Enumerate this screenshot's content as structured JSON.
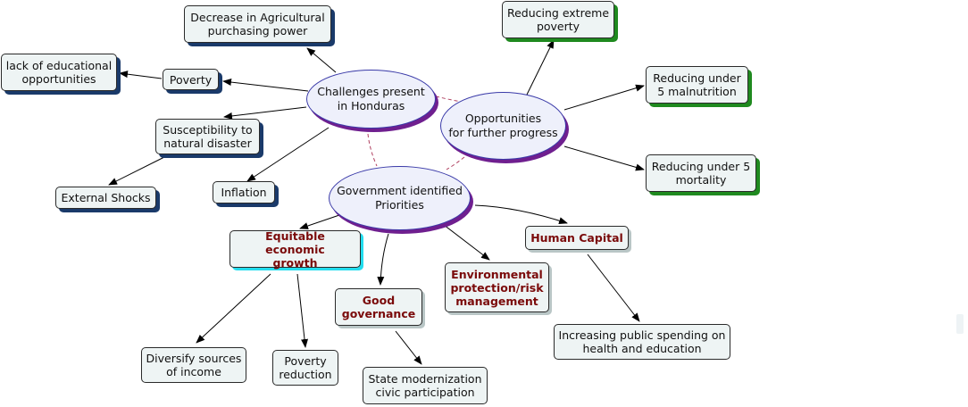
{
  "center_nodes": {
    "challenges": "Challenges present\nin Honduras",
    "opportunities": "Opportunities\nfor further progress",
    "priorities": "Government identified\nPriorities"
  },
  "challenge_nodes": {
    "agri": "Decrease in Agricultural\npurchasing power",
    "poverty": "Poverty",
    "education": "lack of educational\nopportunities",
    "natural": "Susceptibility to\nnatural disaster",
    "shocks": "External Shocks",
    "inflation": "Inflation"
  },
  "opportunity_nodes": {
    "extreme_poverty": "Reducing extreme\npoverty",
    "malnutrition": "Reducing under\n5 malnutrition",
    "mortality": "Reducing under 5\nmortality"
  },
  "priority_nodes": {
    "growth": "Equitable economic\ngrowth",
    "governance": "Good\ngovernance",
    "environment": "Environmental\nprotection/risk\nmanagement",
    "human_capital": "Human Capital"
  },
  "detail_nodes": {
    "diversify": "Diversify sources\nof income",
    "poverty_reduction": "Poverty\nreduction",
    "state_modernization": "State modernization\ncivic participation",
    "public_spending": "Increasing public spending on\nhealth and education"
  },
  "colors": {
    "ellipse_shadow": "#6f1f8f",
    "challenge_shadow": "#1a3a6a",
    "opportunity_shadow": "#1f8a1f",
    "priority_text": "#7a0a0a",
    "growth_shadow": "#22ddee",
    "dashed_link": "#b04060"
  }
}
